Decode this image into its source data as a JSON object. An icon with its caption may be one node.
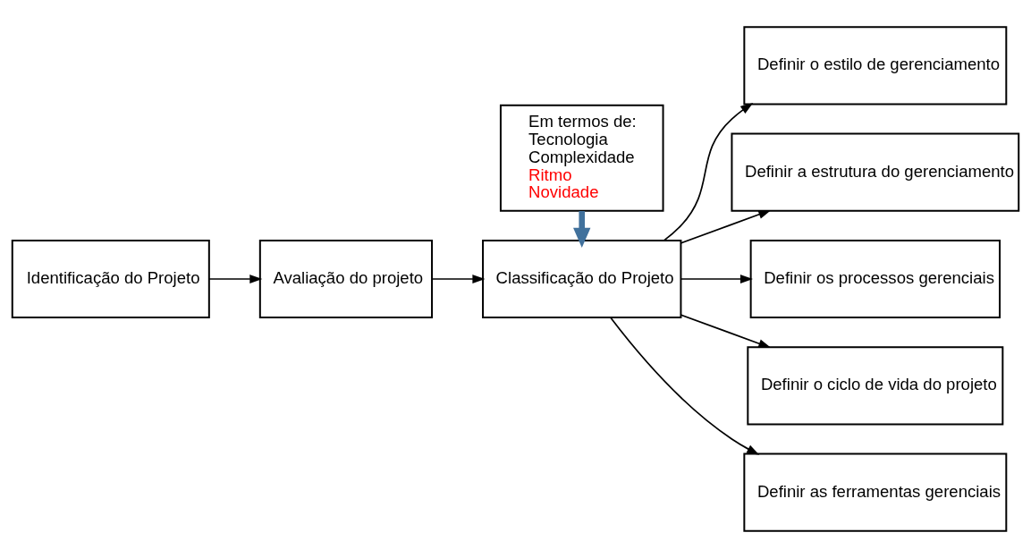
{
  "diagram": {
    "nodes": [
      {
        "text": [
          "Identificação do Projeto"
        ]
      },
      {
        "text": [
          "Avaliação do projeto"
        ]
      },
      {
        "text": [
          "Classificação do Projeto"
        ]
      },
      {
        "text": [
          "Em termos de:",
          "Tecnologia",
          "Complexidade",
          "Ritmo",
          "Novidade"
        ]
      },
      {
        "text": [
          "Definir o estilo de gerenciamento"
        ]
      },
      {
        "text": [
          "Definir a estrutura do gerenciamento"
        ]
      },
      {
        "text": [
          "Definir os processos gerenciais"
        ]
      },
      {
        "text": [
          "Definir o ciclo de vida do projeto"
        ]
      },
      {
        "text": [
          "Definir as ferramentas gerenciais"
        ]
      }
    ],
    "edges": [
      {
        "from": 0,
        "to": 1,
        "arrow": "to"
      },
      {
        "from": 1,
        "to": 2,
        "arrow": "to"
      },
      {
        "from": 2,
        "to": 4,
        "arrow": "to"
      },
      {
        "from": 2,
        "to": 5,
        "arrow": "to"
      },
      {
        "from": 2,
        "to": 6,
        "arrow": "to"
      },
      {
        "from": 2,
        "to": 7,
        "arrow": "to"
      },
      {
        "from": 2,
        "to": 8,
        "arrow": "to"
      },
      {
        "from": 3,
        "to": 2,
        "arrow": "to",
        "style": "thick",
        "color": "#41719c"
      }
    ]
  }
}
